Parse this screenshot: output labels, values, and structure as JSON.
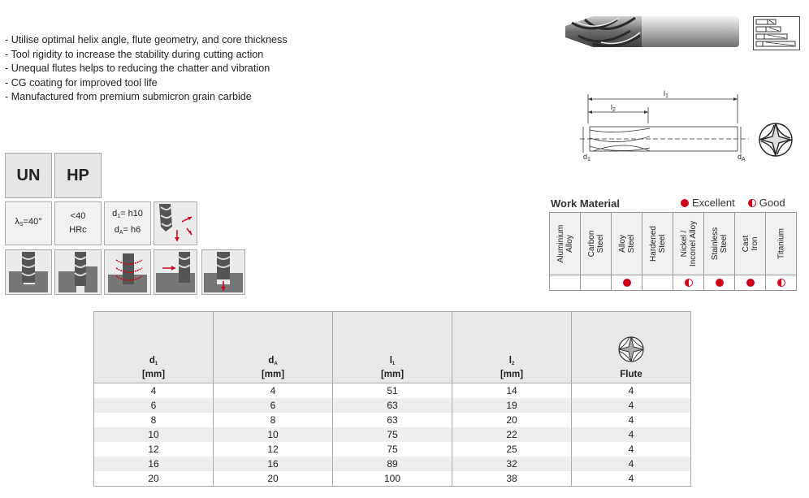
{
  "features": [
    "- Utilise optimal helix angle, flute geometry, and core thickness",
    "- Tool rigidity to increase the stability during cutting action",
    "- Unequal flutes helps to reducing the chatter and vibration",
    "- CG coating for improved tool life",
    "- Manufactured from premium submicron grain carbide"
  ],
  "diagram": {
    "l1": "l",
    "l1_sub": "1",
    "l2": "l",
    "l2_sub": "2",
    "d1": "d",
    "d1_sub": "1",
    "dA": "d",
    "dA_sub": "A"
  },
  "badges": {
    "un": "UN",
    "hp": "HP"
  },
  "specs": {
    "helix_main": "λ",
    "helix_sub": "S",
    "helix_val": "=40°",
    "hardness_top": "<40",
    "hardness_bottom": "HRc",
    "tol_d1": "d",
    "tol_d1_sub": "1",
    "tol_d1_val": "= h10",
    "tol_dA": "d",
    "tol_dA_sub": "A",
    "tol_dA_val": "= h6"
  },
  "work_material": {
    "title": "Work Material",
    "legend_excellent": "Excellent",
    "legend_good": "Good",
    "materials": [
      {
        "line1": "Aluminium",
        "line2": "Alloy",
        "rating": "none"
      },
      {
        "line1": "Carbon",
        "line2": "Steel",
        "rating": "none"
      },
      {
        "line1": "Alloy",
        "line2": "Steel",
        "rating": "excellent"
      },
      {
        "line1": "Hardened",
        "line2": "Steel",
        "rating": "none"
      },
      {
        "line1": "Nickel /",
        "line2": "Inconel Alloy",
        "rating": "good"
      },
      {
        "line1": "Stainless",
        "line2": "Steel",
        "rating": "excellent"
      },
      {
        "line1": "Cast",
        "line2": "Iron",
        "rating": "excellent"
      },
      {
        "line1": "Titanium",
        "line2": "",
        "rating": "good"
      }
    ],
    "colors": {
      "rating_red": "#d0021b"
    }
  },
  "table": {
    "headers": [
      {
        "main": "d",
        "sub": "1",
        "unit": "[mm]"
      },
      {
        "main": "d",
        "sub": "A",
        "unit": "[mm]"
      },
      {
        "main": "l",
        "sub": "1",
        "unit": "[mm]"
      },
      {
        "main": "l",
        "sub": "2",
        "unit": "[mm]"
      },
      {
        "main": "Flute",
        "sub": "",
        "unit": ""
      }
    ],
    "rows": [
      [
        "4",
        "4",
        "51",
        "14",
        "4"
      ],
      [
        "6",
        "6",
        "63",
        "19",
        "4"
      ],
      [
        "8",
        "8",
        "63",
        "20",
        "4"
      ],
      [
        "10",
        "10",
        "75",
        "22",
        "4"
      ],
      [
        "12",
        "12",
        "75",
        "25",
        "4"
      ],
      [
        "16",
        "16",
        "89",
        "32",
        "4"
      ],
      [
        "20",
        "20",
        "100",
        "38",
        "4"
      ]
    ]
  }
}
